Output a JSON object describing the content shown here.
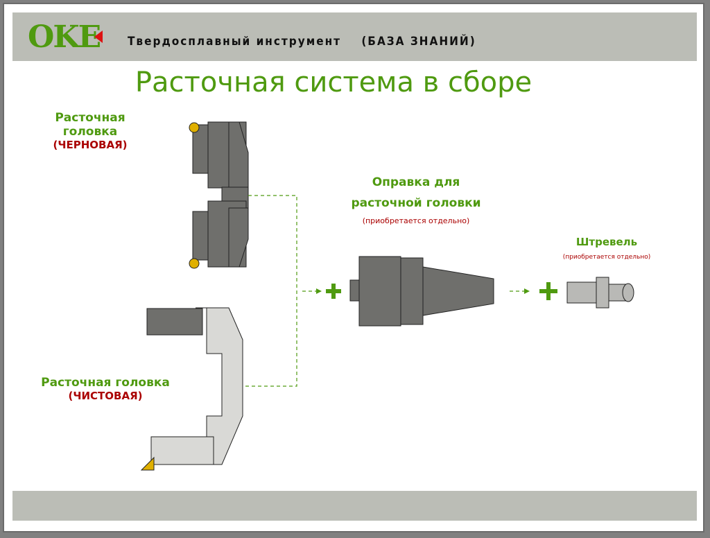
{
  "header": {
    "logo": "OKE",
    "subtitle": "Твердосплавный инструмент",
    "knowledge_base": "(БАЗА ЗНАНИЙ)"
  },
  "title": "Расточная система в сборе",
  "rough_head": {
    "label": "Расточная головка",
    "type": "(ЧЕРНОВАЯ)"
  },
  "finish_head": {
    "label": "Расточная головка",
    "type": "(ЧИСТОВАЯ)"
  },
  "holder": {
    "label_line1": "Оправка для",
    "label_line2": "расточной головки",
    "note": "(приобретается отдельно)"
  },
  "pull_stud": {
    "label": "Штревель",
    "note": "(приобретается отдельно)"
  },
  "colors": {
    "green": "#4f9a10",
    "red": "#aa0000",
    "part": "#6f6f6c"
  }
}
